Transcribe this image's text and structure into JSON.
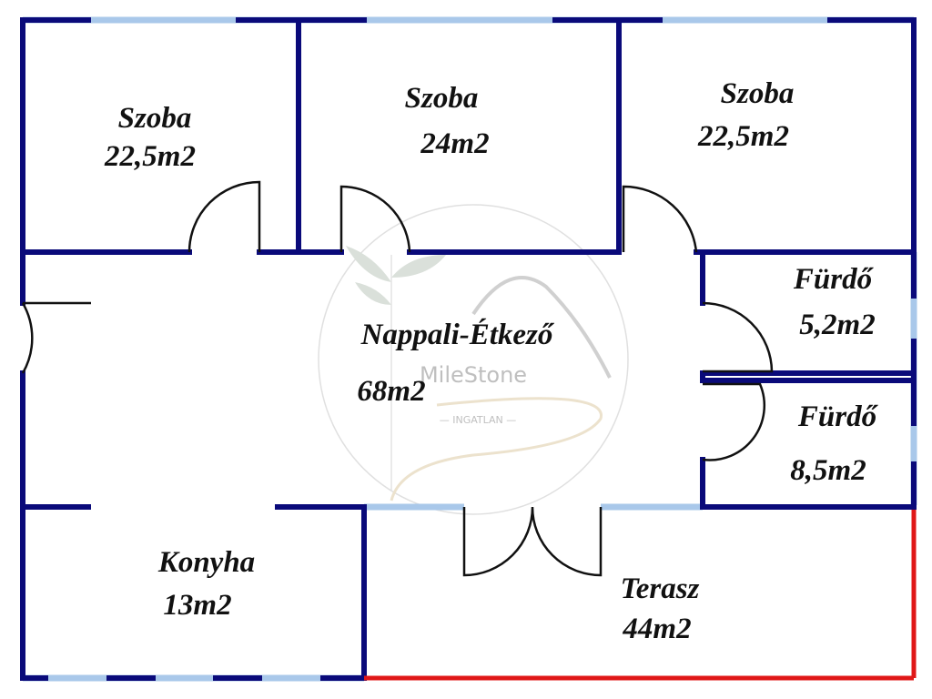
{
  "rooms": [
    {
      "name": "Szoba",
      "area": "22,5m2"
    },
    {
      "name": "Szoba",
      "area": "24m2"
    },
    {
      "name": "Szoba",
      "area": "22,5m2"
    },
    {
      "name": "Fürdő",
      "area": "5,2m2"
    },
    {
      "name": "Fürdő",
      "area": "8,5m2"
    },
    {
      "name": "Nappali-Étkező",
      "area": "68m2"
    },
    {
      "name": "Konyha",
      "area": "13m2"
    },
    {
      "name": "Terasz",
      "area": "44m2"
    }
  ],
  "watermark": {
    "brand": "MileStone",
    "subtitle": "— INGATLAN —"
  },
  "colors": {
    "wall": "#0a0a7a",
    "window": "#a9c8ea",
    "terrace": "#e01818",
    "door": "#111111"
  }
}
